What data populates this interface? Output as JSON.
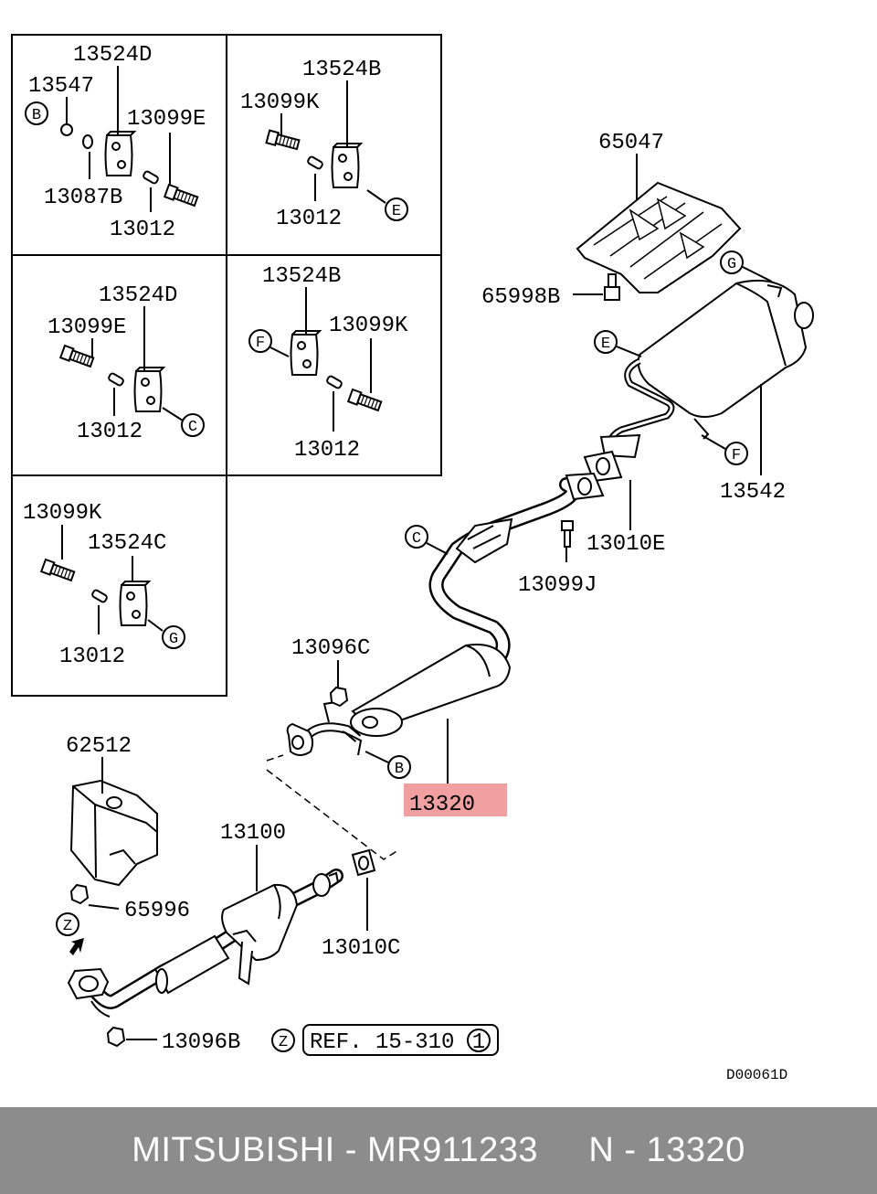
{
  "colors": {
    "highlight": "#f0a0a0",
    "footer_bg": "#8c8c8c",
    "footer_text": "#ffffff"
  },
  "inset_labels": {
    "p1": {
      "a": "13524D",
      "b": "13547",
      "c": "13099E",
      "d": "13087B",
      "e": "13012",
      "ref": "B"
    },
    "p2": {
      "a": "13524B",
      "b": "13099K",
      "c": "13012",
      "ref": "E"
    },
    "p3": {
      "a": "13524D",
      "b": "13099E",
      "c": "13012",
      "ref": "C"
    },
    "p4": {
      "a": "13524B",
      "b": "13099K",
      "c": "13012",
      "ref": "F"
    },
    "p5": {
      "a": "13099K",
      "b": "13524C",
      "c": "13012",
      "ref": "G"
    }
  },
  "parts": {
    "heat_shield_rear": "65047",
    "bolt_rear": "65998B",
    "main_muffler": "13542",
    "gasket_rear": "13010E",
    "bolt_center": "13099J",
    "nut_center": "13096C",
    "center_pipe": "13320",
    "heat_shield_front": "62512",
    "nut_front_shield": "65996",
    "front_pipe": "13100",
    "gasket_front": "13010C",
    "nut_front": "13096B"
  },
  "refs": {
    "g": "G",
    "e": "E",
    "f": "F",
    "c": "C",
    "b": "B",
    "z1": "Z",
    "z2": "Z"
  },
  "ref_box": {
    "text": "REF. 15-310",
    "num": "1"
  },
  "diagram_code": "D00061D",
  "footer": {
    "brand": "MITSUBISHI",
    "part_no": "MR911233",
    "ref": "N - 13320"
  }
}
